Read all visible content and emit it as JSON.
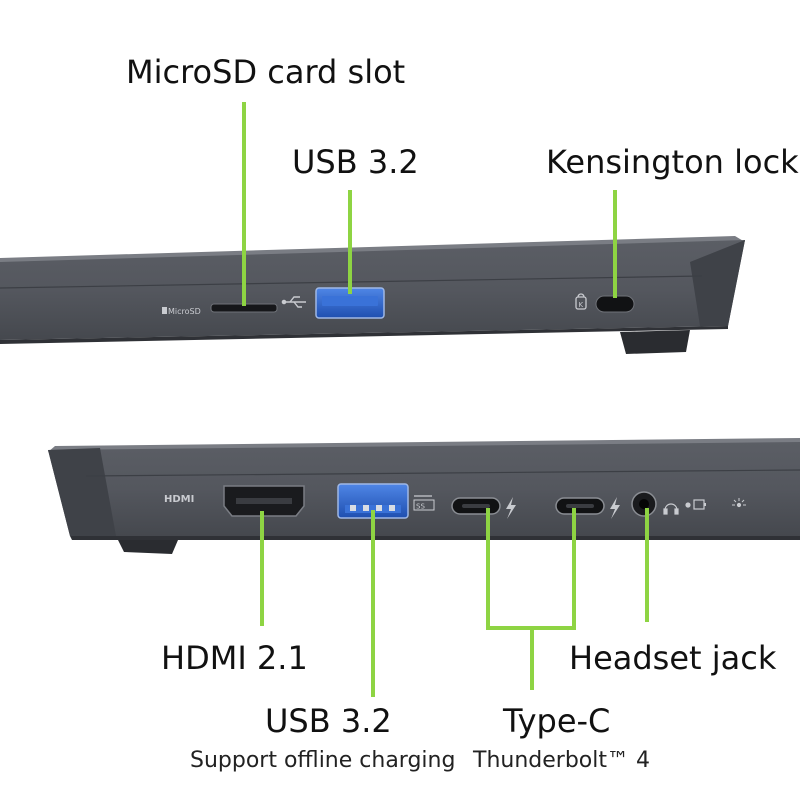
{
  "labels": {
    "microsd": "MicroSD card slot",
    "usb_top": "USB 3.2",
    "kensington": "Kensington lock",
    "hdmi": "HDMI 2.1",
    "usb_bottom": "USB 3.2",
    "usb_bottom_note": "Support offline charging",
    "typec": "Type-C",
    "typec_note": "Thunderbolt™ 4",
    "headset": "Headset jack"
  },
  "device_markings": {
    "microsd": "MicroSD",
    "hdmi": "HDMI",
    "usb_ss": "SS",
    "lock": "K"
  },
  "colors": {
    "callout": "#8ed443",
    "chassis": "#50535a",
    "usb_blue": "#2d63c8"
  }
}
